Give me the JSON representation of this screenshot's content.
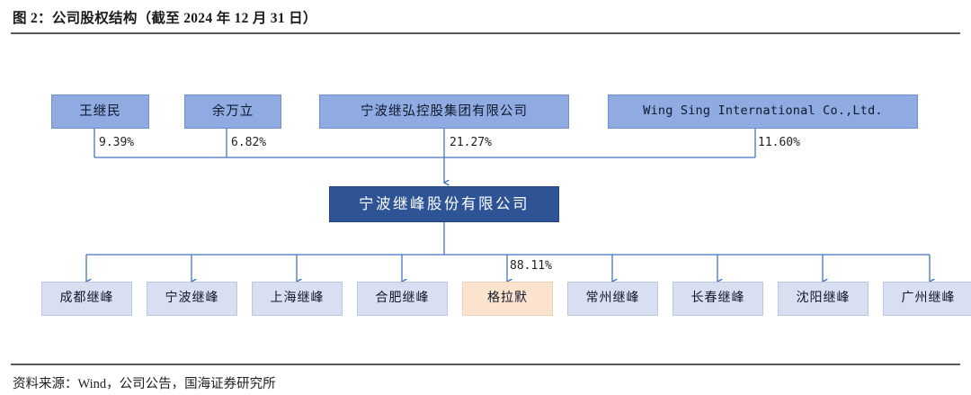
{
  "header": {
    "title": "图 2：公司股权结构（截至 2024 年 12 月 31 日）"
  },
  "footer": {
    "source": "资料来源：Wind，公司公告，国海证券研究所"
  },
  "colors": {
    "shareholder_box": "#8FABE2",
    "shareholder_border": "#6F90CE",
    "company_box": "#2E5496",
    "company_text": "#FFFFFF",
    "subsidiary_box": "#D7DFF1",
    "subsidiary_border": "#B9C7E6",
    "highlight_box": "#FBE3CE",
    "highlight_border": "#EFD0B4",
    "connector": "#4472C4",
    "rule": "#5A5A5A"
  },
  "chart_data": {
    "type": "diagram",
    "title": "图 2：公司股权结构（截至 2024 年 12 月 31 日）",
    "diagram_kind": "ownership-structure-org-chart",
    "shareholders": [
      {
        "id": "s1",
        "label": "王继民",
        "stake": "9.39%",
        "latin": false
      },
      {
        "id": "s2",
        "label": "余万立",
        "stake": "6.82%",
        "latin": false
      },
      {
        "id": "s3",
        "label": "宁波继弘控股集团有限公司",
        "stake": "21.27%",
        "latin": false
      },
      {
        "id": "s4",
        "label": "Wing Sing International Co.,Ltd.",
        "stake": "11.60%",
        "latin": true
      }
    ],
    "company": {
      "id": "c1",
      "label": "宁波继峰股份有限公司"
    },
    "subsidiary_stake": "88.11%",
    "subsidiaries": [
      {
        "id": "b1",
        "label": "成都继峰",
        "highlight": false
      },
      {
        "id": "b2",
        "label": "宁波继峰",
        "highlight": false
      },
      {
        "id": "b3",
        "label": "上海继峰",
        "highlight": false
      },
      {
        "id": "b4",
        "label": "合肥继峰",
        "highlight": false
      },
      {
        "id": "b5",
        "label": "格拉默",
        "highlight": true
      },
      {
        "id": "b6",
        "label": "常州继峰",
        "highlight": false
      },
      {
        "id": "b7",
        "label": "长春继峰",
        "highlight": false
      },
      {
        "id": "b8",
        "label": "沈阳继峰",
        "highlight": false
      },
      {
        "id": "b9",
        "label": "广州继峰",
        "highlight": false
      }
    ]
  }
}
